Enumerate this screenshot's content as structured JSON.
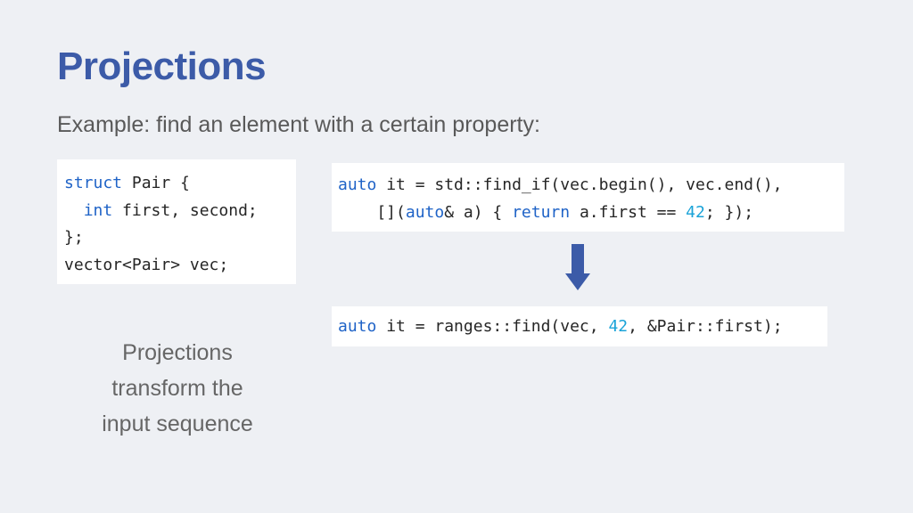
{
  "slide": {
    "title": "Projections",
    "subtitle": "Example: find an element with a certain property:",
    "note_lines": [
      "Projections",
      "transform the",
      "input sequence"
    ]
  },
  "code_struct": {
    "kw_struct": "struct",
    "l1_rest": " Pair {",
    "l2_indent": "  ",
    "kw_int": "int",
    "l2_rest": " first, second;",
    "l3": "};",
    "l4": "vector<Pair> vec;"
  },
  "code_find_if": {
    "kw_auto1": "auto",
    "l1_rest": " it = std::find_if(vec.begin(), vec.end(),",
    "l2_pre": "    [](",
    "kw_auto2": "auto",
    "l2_mid": "& a) { ",
    "kw_return": "return",
    "l2_mid2": " a.first == ",
    "num": "42",
    "l2_end": "; });"
  },
  "code_ranges": {
    "kw_auto": "auto",
    "pre": " it = ranges::find(vec, ",
    "num": "42",
    "post": ", &Pair::first);"
  },
  "colors": {
    "title": "#3c5ba8",
    "keyword": "#1f63c7",
    "number": "#1aa3d8",
    "arrow": "#3c5ba8",
    "background": "#eef0f4"
  },
  "icons": {
    "arrow": "arrow-down-icon"
  }
}
